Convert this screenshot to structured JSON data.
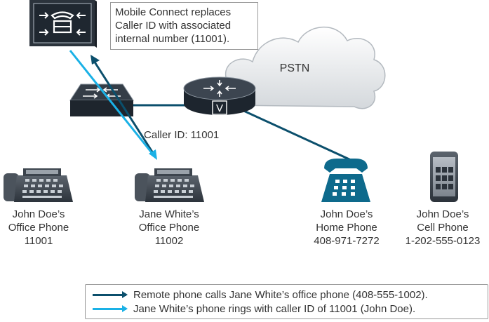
{
  "callout": {
    "lines": [
      "Mobile Connect replaces",
      "Caller ID with associated",
      "internal number (11001)."
    ]
  },
  "cloud_label": "PSTN",
  "router_badge": "V",
  "caller_id_label": "Caller ID: 11001",
  "devices": {
    "john_office": [
      "John Doe’s",
      "Office Phone",
      "11001"
    ],
    "jane_office": [
      "Jane White’s",
      "Office Phone",
      "11002"
    ],
    "john_home": [
      "John Doe’s",
      "Home Phone",
      "408-971-7272"
    ],
    "john_cell": [
      "John Doe’s",
      "Cell Phone",
      "1-202-555-0123"
    ]
  },
  "legend": {
    "items": [
      {
        "text": "Remote phone calls Jane White’s office phone (408-555-1002).",
        "color": "#0b4f6c"
      },
      {
        "text": "Jane White’s phone rings with caller ID of 11001 (John Doe).",
        "color": "#1ab1e6"
      }
    ]
  },
  "icons": [
    "call-manager-icon",
    "switch-icon",
    "voice-router-icon",
    "cloud-icon",
    "ip-phone-icon",
    "home-phone-icon",
    "cell-phone-icon"
  ],
  "colors": {
    "dark_line": "#0b4f6c",
    "light_line": "#1ab1e6",
    "device": "#1f2a36",
    "home_phone": "#0e6a8c"
  }
}
